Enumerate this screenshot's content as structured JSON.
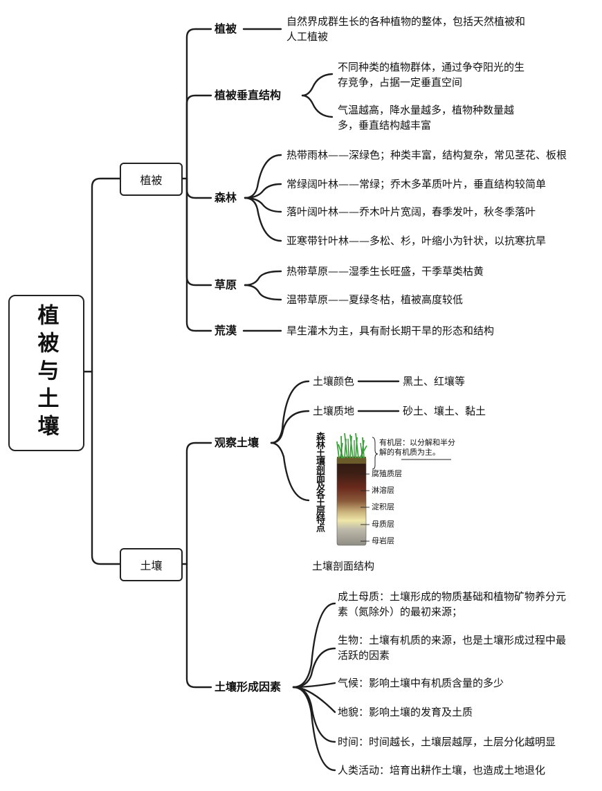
{
  "root": {
    "title": "植被与土壤"
  },
  "vegetation": {
    "label": "植被",
    "items": {
      "definition": {
        "label": "植被",
        "text": "自然界成群生长的各种植物的整体，包括天然植被和人工植被"
      },
      "vertical": {
        "label": "植被垂直结构",
        "points": [
          "不同种类的植物群体，通过争夺阳光的生存竞争，占据一定垂直空间",
          "气温越高，降水量越多，植物种数量越多，垂直结构越丰富"
        ]
      },
      "forest": {
        "label": "森林",
        "points": [
          "热带雨林——深绿色；种类丰富，结构复杂，常见茎花、板根",
          "常绿阔叶林——常绿；乔木多革质叶片，垂直结构较简单",
          "落叶阔叶林——乔木叶片宽阔，春季发叶，秋冬季落叶",
          "亚寒带针叶林——多松、杉，叶缩小为针状，以抗寒抗旱"
        ]
      },
      "grassland": {
        "label": "草原",
        "points": [
          "热带草原——湿季生长旺盛，干季草类枯黄",
          "温带草原——夏绿冬枯，植被高度较低"
        ]
      },
      "desert": {
        "label": "荒漠",
        "text": "旱生灌木为主，具有耐长期干旱的形态和结构"
      }
    }
  },
  "soil": {
    "label": "土壤",
    "observe": {
      "label": "观察土壤",
      "color": {
        "label": "土壤颜色",
        "value": "黑土、红壤等"
      },
      "texture": {
        "label": "土壤质地",
        "value": "砂土、壤土、黏土"
      },
      "profile": {
        "vertical_title": "森林土壤剖面及各土层特点",
        "caption": "土壤剖面结构",
        "organic_note": "有机层：以分解和半分解的有机质为主。",
        "layers": [
          "腐殖质层",
          "淋溶层",
          "淀积层",
          "母质层",
          "母岩层"
        ]
      }
    },
    "formation": {
      "label": "土壤形成因素",
      "factors": [
        "成土母质：土壤形成的物质基础和植物矿物养分元素（氮除外）的最初来源；",
        "生物：土壤有机质的来源，也是土壤形成过程中最活跃的因素",
        "气候：影响土壤中有机质含量的多少",
        "地貌：影响土壤的发育及土质",
        "时间：时间越长，土壤层越厚，土层分化越明显",
        "人类活动：培育出耕作土壤，也造成土地退化"
      ]
    }
  }
}
